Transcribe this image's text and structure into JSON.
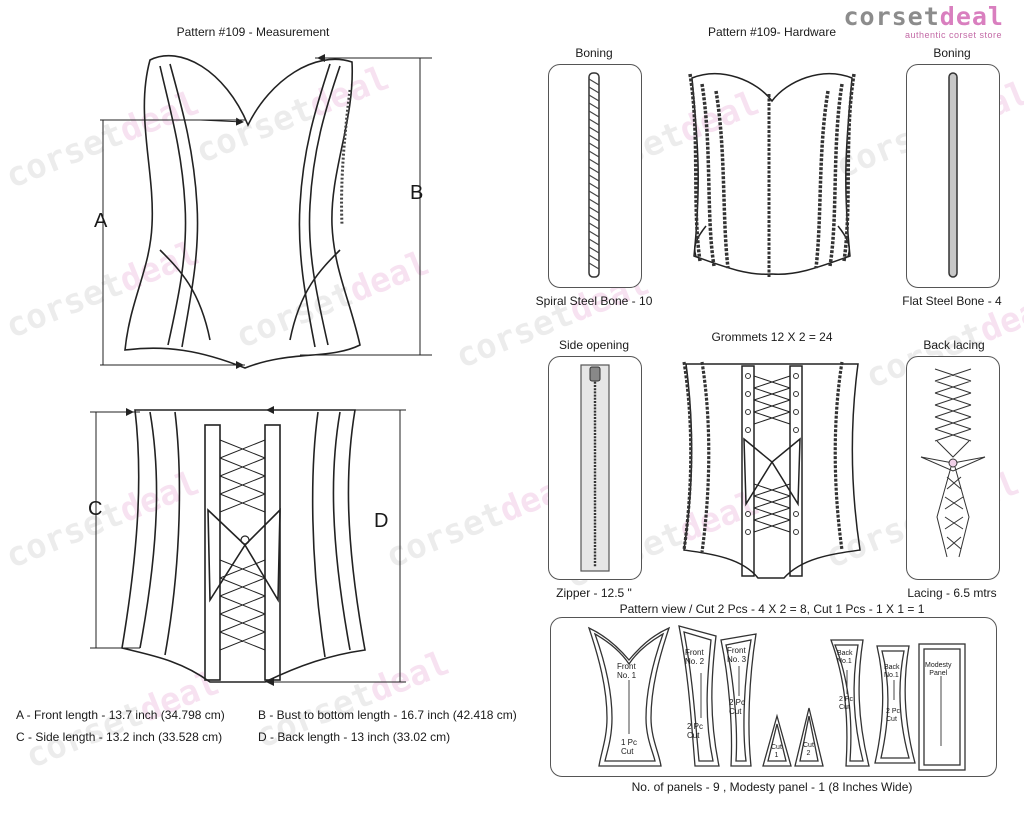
{
  "brand": {
    "logo_part1": "corset",
    "logo_part2": "deal",
    "tagline": "authentic corset store",
    "colors": {
      "grey": "#8c8c8c",
      "pink": "#d97fbf"
    }
  },
  "measurement": {
    "title": "Pattern #109 -  Measurement",
    "labels": {
      "a": "A",
      "b": "B",
      "c": "C",
      "d": "D"
    },
    "legend": {
      "a": "A - Front length - 13.7 inch (34.798 cm)",
      "b": "B - Bust to bottom length - 16.7 inch (42.418 cm)",
      "c": "C - Side length - 13.2 inch (33.528 cm)",
      "d": "D - Back length - 13 inch (33.02 cm)"
    }
  },
  "hardware": {
    "title": "Pattern #109-  Hardware",
    "boning_left_title": "Boning",
    "boning_right_title": "Boning",
    "spiral_caption": "Spiral Steel Bone - 10",
    "flat_caption": "Flat Steel Bone - 4",
    "side_opening_title": "Side opening",
    "zipper_caption": "Zipper - 12.5 \"",
    "grommets_title": "Grommets 12 X 2 = 24",
    "back_lacing_title": "Back lacing",
    "lacing_caption": "Lacing - 6.5 mtrs"
  },
  "pattern_view": {
    "title": "Pattern view  /  Cut 2 Pcs - 4 X 2 = 8, Cut 1 Pcs - 1 X 1 = 1",
    "footer": "No. of panels - 9  , Modesty panel - 1 (8 Inches Wide)",
    "pieces": {
      "front1": [
        "Front",
        "No. 1",
        "1 Pc",
        "Cut"
      ],
      "front2": [
        "Front",
        "No. 2",
        "2 Pc",
        "Cut"
      ],
      "front3": [
        "Front",
        "No. 3",
        "2 Pc",
        "Cut"
      ],
      "cut1": [
        "Cut",
        "1"
      ],
      "cut2": [
        "Cut",
        "2"
      ],
      "back1": [
        "Back",
        "No.1",
        "2 Pc",
        "Cut"
      ],
      "back2": [
        "Back",
        "No.1",
        "2 Pc",
        "Cut"
      ],
      "modesty": [
        "Modesty",
        "Panel"
      ]
    }
  }
}
